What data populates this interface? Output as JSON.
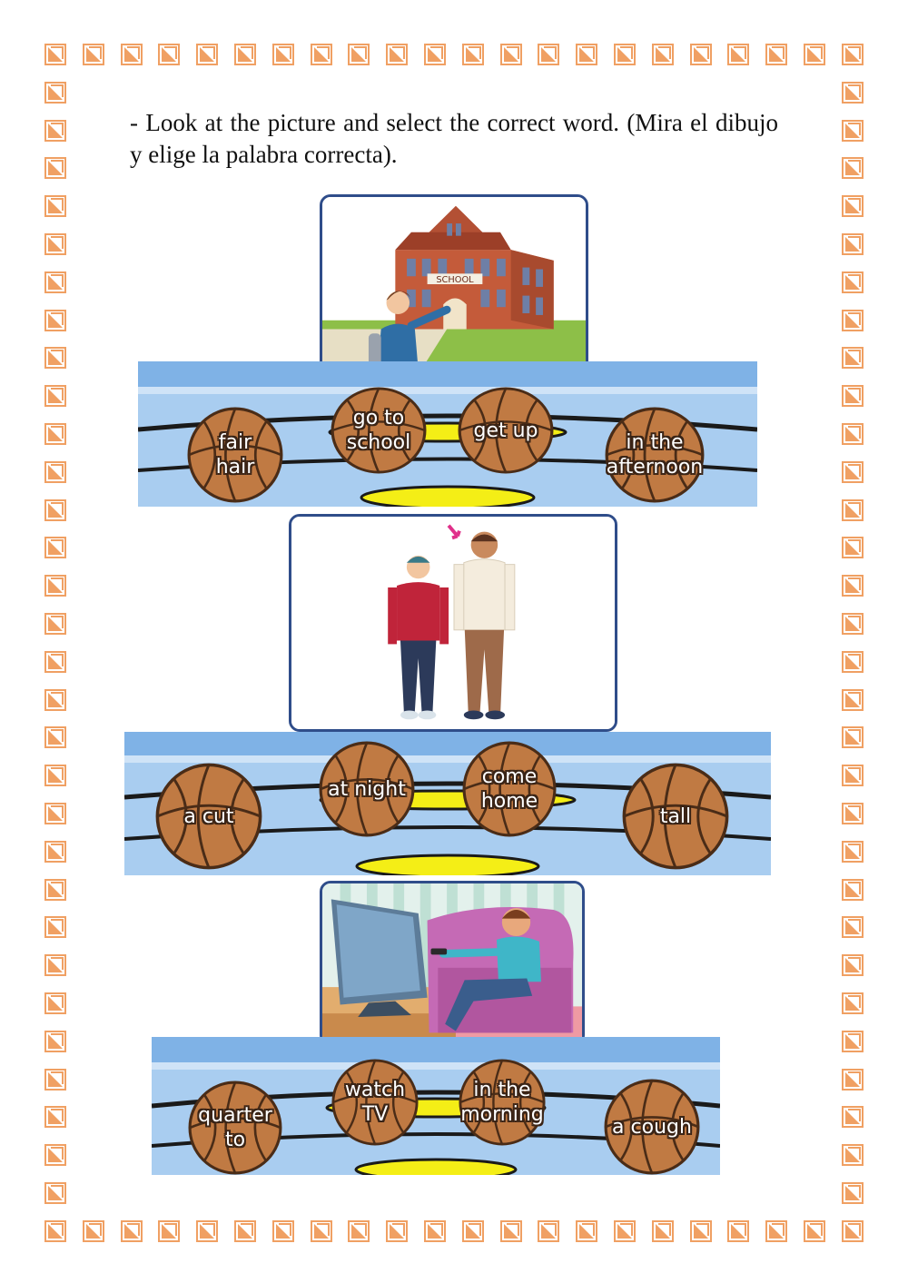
{
  "border": {
    "icon": "orange-triangle-frame-icon",
    "color": "#f0a063"
  },
  "instructions": "- Look at the picture and select the correct word. (Mira el dibujo y elige la palabra correcta).",
  "questions": [
    {
      "picture": "boy-pointing-at-school-picture",
      "sign": "SCHOOL",
      "options": [
        "fair\nhair",
        "go to\nschool",
        "get up",
        "in the\nafternoon"
      ]
    },
    {
      "picture": "tall-and-short-men-picture",
      "options": [
        "a cut",
        "at night",
        "come\nhome",
        "tall"
      ]
    },
    {
      "picture": "boy-watching-tv-picture",
      "options": [
        "quarter\nto",
        "watch TV",
        "in the\nmorning",
        "a cough"
      ]
    }
  ]
}
